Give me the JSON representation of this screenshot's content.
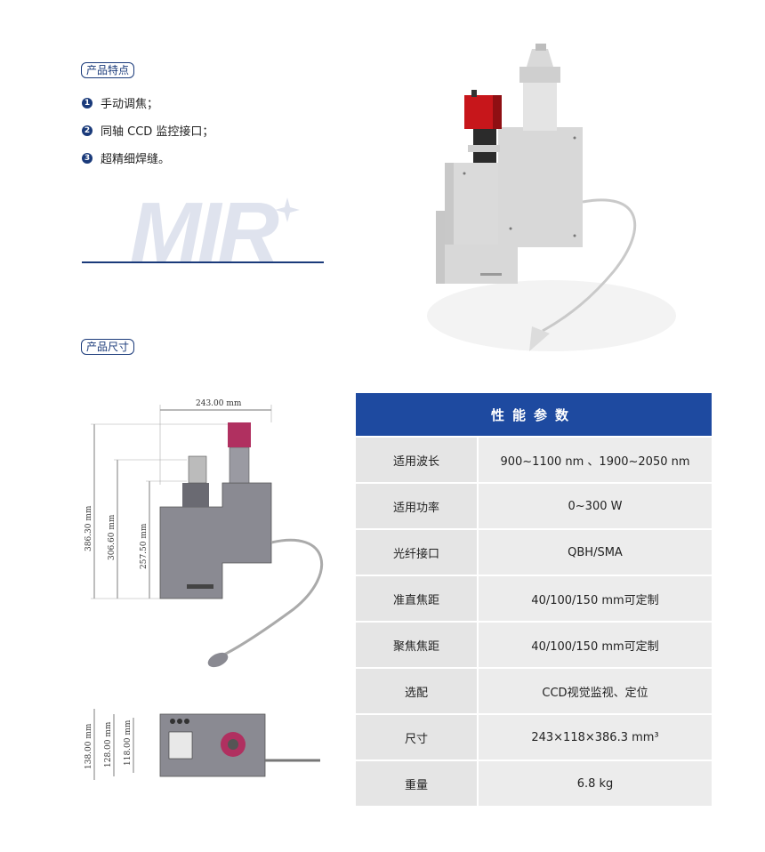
{
  "features": {
    "tag": "产品特点",
    "items": [
      {
        "num": "1",
        "text": "手动调焦；"
      },
      {
        "num": "2",
        "text": "同轴 CCD 监控接口；"
      },
      {
        "num": "3",
        "text": "超精细焊缝。"
      }
    ]
  },
  "logo": {
    "text": "MIR"
  },
  "size": {
    "tag": "产品尺寸"
  },
  "drawing": {
    "width_dim": "243.00 mm",
    "heights": [
      "386.30 mm",
      "306.60 mm",
      "257.50 mm"
    ],
    "bottom_heights": [
      "138.00 mm",
      "128.00 mm",
      "118.00 mm"
    ]
  },
  "spec": {
    "title": "性能参数",
    "rows": [
      {
        "k": "适用波长",
        "v": "900~1100 nm 、1900~2050 nm"
      },
      {
        "k": "适用功率",
        "v": "0~300 W"
      },
      {
        "k": "光纤接口",
        "v": "QBH/SMA"
      },
      {
        "k": "准直焦距",
        "v": "40/100/150 mm可定制"
      },
      {
        "k": "聚焦焦距",
        "v": "40/100/150 mm可定制"
      },
      {
        "k": "选配",
        "v": "CCD视觉监视、定位"
      },
      {
        "k": "尺寸",
        "v": "243×118×386.3 mm³"
      },
      {
        "k": "重量",
        "v": "6.8 kg"
      }
    ]
  },
  "colors": {
    "accent": "#1a3a7a",
    "header": "#1e4aa0"
  }
}
